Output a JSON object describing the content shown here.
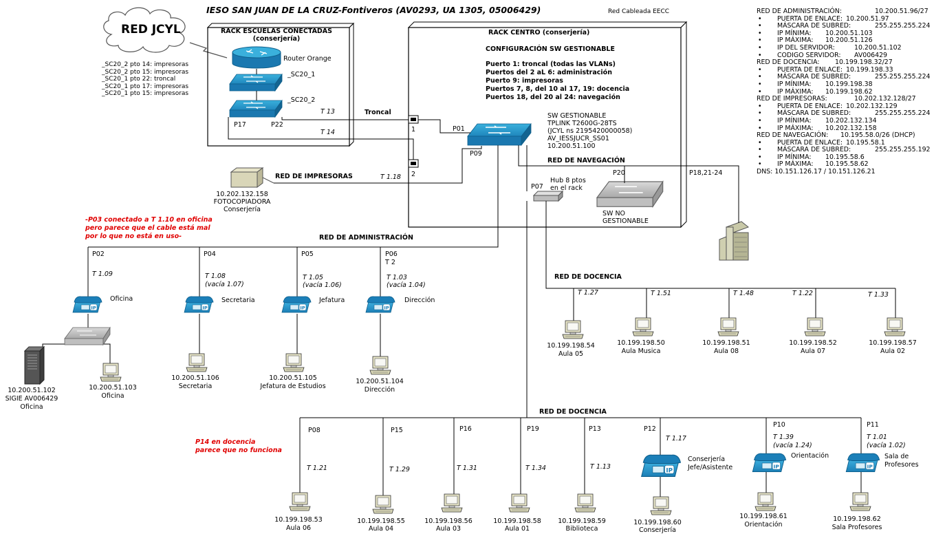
{
  "header": {
    "title": "IESO SAN JUAN DE LA CRUZ-Fontiveros (AV0293, UA 1305, 05006429)",
    "subtitle": "Red Cableada EECC"
  },
  "cloud": {
    "label": "RED JCYL"
  },
  "rack_escuelas": {
    "title_line1": "RACK ESCUELAS CONECTADAS",
    "title_line2": "(conserjería)",
    "router_label": "Router Orange",
    "sw1_label": "_SC20_1",
    "sw2_label": "_SC20_2",
    "p17": "P17",
    "p22": "P22",
    "t13": "T 13",
    "t14": "T 14"
  },
  "legend_ports": [
    "_SC20_2 pto 14: impresoras",
    "_SC20_2 pto 15: impresoras",
    "_SC20_1 pto 22: troncal",
    "_SC20_1 pto 17: impresoras",
    "_SC20_1 pto 15: impresoras"
  ],
  "troncal": {
    "label": "Troncal",
    "patch1": "1",
    "patch2": "2"
  },
  "rack_centro": {
    "title": "RACK CENTRO (conserjería)",
    "config_title": "CONFIGURACIÓN SW GESTIONABLE",
    "config_lines": [
      "Puerto 1: troncal (todas las VLANs)",
      "Puertos del 2 aL 6: administración",
      "Puerto 9: impresoras",
      "Puertos 7, 8, del 10 al 17, 19: docencia",
      "Puertos 18, del 20 al 24: navegación"
    ],
    "switch_info": [
      "SW GESTIONABLE",
      "TPLINK T2600G-28TS",
      "(JCYL ns 2195420000058)",
      "AV_IESSJUCR_SS01",
      "10.200.51.100"
    ],
    "p01": "P01",
    "p09": "P09",
    "p07": "P07",
    "p20": "P20",
    "hub_label_1": "Hub 8 ptos",
    "hub_label_2": "en el rack",
    "red_navegacion": "RED DE NAVEGACIÓN",
    "sw_no_gest_1": "SW NO",
    "sw_no_gest_2": "GESTIONABLE",
    "p18": "P18,21-24"
  },
  "impresoras": {
    "label": "RED DE IMPRESORAS",
    "tap": "T 1.18",
    "ip": "10.202.132.158",
    "name1": "FOTOCOPIADORA",
    "name2": "Conserjería"
  },
  "notes": {
    "p03_1": "-P03 conectado a T 1.10 en oficina",
    "p03_2": "pero parece que el cable está mal",
    "p03_3": "por lo que no está en uso-",
    "p14_1": "P14 en docencia",
    "p14_2": "parece que no funciona"
  },
  "admin": {
    "label": "RED DE ADMINISTRACIÓN",
    "ports": [
      {
        "port": "P02",
        "tap": "T 1.09",
        "tap2": "",
        "phone": "Oficina"
      },
      {
        "port": "P04",
        "tap": "T 1.08",
        "tap2": "(vacía 1.07)",
        "phone": "Secretaria"
      },
      {
        "port": "P05",
        "tap": "T 1.05",
        "tap2": "(vacía 1.06)",
        "phone": "Jefatura"
      },
      {
        "port": "P06",
        "port2": "T 2",
        "tap": "T 1.03",
        "tap2": "(vacía 1.04)",
        "phone": "Dirección"
      }
    ],
    "server": {
      "ip": "10.200.51.102",
      "name": "SIGIE AV006429",
      "loc": "Oficina"
    },
    "pcs": [
      {
        "ip": "10.200.51.103",
        "name": "Oficina"
      },
      {
        "ip": "10.200.51.106",
        "name": "Secretaria"
      },
      {
        "ip": "10.200.51.105",
        "name": "Jefatura de Estudios"
      },
      {
        "ip": "10.200.51.104",
        "name": "Dirección"
      }
    ]
  },
  "docencia_hub": {
    "label": "RED DE DOCENCIA",
    "pcs": [
      {
        "tap": "T 1.27",
        "ip": "10.199.198.54",
        "name": "Aula 05"
      },
      {
        "tap": "T 1.51",
        "ip": "10.199.198.50",
        "name": "Aula Musica"
      },
      {
        "tap": "T 1.48",
        "ip": "10.199.198.51",
        "name": "Aula 08"
      },
      {
        "tap": "T 1.22",
        "ip": "10.199.198.52",
        "name": "Aula 07"
      },
      {
        "tap": "T 1.33",
        "ip": "10.199.198.57",
        "name": "Aula 02"
      }
    ]
  },
  "docencia_main": {
    "label": "RED DE DOCENCIA",
    "pcs": [
      {
        "port": "P08",
        "tap": "T 1.21",
        "ip": "10.199.198.53",
        "name": "Aula 06"
      },
      {
        "port": "P15",
        "tap": "T 1.29",
        "ip": "10.199.198.55",
        "name": "Aula 04"
      },
      {
        "port": "P16",
        "tap": "T 1.31",
        "ip": "10.199.198.56",
        "name": "Aula 03"
      },
      {
        "port": "P19",
        "tap": "T 1.34",
        "ip": "10.199.198.58",
        "name": "Aula 01"
      },
      {
        "port": "P13",
        "tap": "T 1.13",
        "ip": "10.199.198.59",
        "name": "Biblioteca"
      }
    ],
    "phones": [
      {
        "port": "P12",
        "tap": "T 1.17",
        "tap2": "",
        "phone1": "Conserjería",
        "phone2": "Jefe/Asistente",
        "ip": "10.199.198.60",
        "name": "Conserjería"
      },
      {
        "port": "P10",
        "tap": "T 1.39",
        "tap2": "(vacía 1.24)",
        "phone1": "Orientación",
        "phone2": "",
        "ip": "10.199.198.61",
        "name": "Orientación"
      },
      {
        "port": "P11",
        "tap": "T 1.01",
        "tap2": "(vacía 1.02)",
        "phone1": "Sala de",
        "phone2": "Profesores",
        "ip": "10.199.198.62",
        "name": "Sala Profesores"
      }
    ]
  },
  "info": {
    "admin": {
      "title": "RED DE ADMINISTRACIÓN:",
      "net": "10.200.51.96/27",
      "items": [
        {
          "k": "PUERTA DE ENLACE:",
          "v": "10.200.51.97"
        },
        {
          "k": "MÁSCARA DE SUBRED:",
          "v": "255.255.255.224"
        },
        {
          "k": "IP MÍNIMA:",
          "v": "10.200.51.103"
        },
        {
          "k": "IP MÁXIMA:",
          "v": "10.200.51.126"
        },
        {
          "k": "IP DEL SERVIDOR:",
          "v": "10.200.51.102"
        },
        {
          "k": "CODIGO SERVIDOR:",
          "v": "AV006429"
        }
      ]
    },
    "docencia": {
      "title": "RED DE DOCENCIA:",
      "net": "10.199.198.32/27",
      "items": [
        {
          "k": "PUERTA DE ENLACE:",
          "v": "10.199.198.33"
        },
        {
          "k": "MÁSCARA DE SUBRED:",
          "v": "255.255.255.224"
        },
        {
          "k": "IP MÍNIMA:",
          "v": "10.199.198.38"
        },
        {
          "k": "IP MÁXIMA:",
          "v": "10.199.198.62"
        }
      ]
    },
    "impresoras": {
      "title": "RED DE IMPRESORAS:",
      "net": "10.202.132.128/27",
      "items": [
        {
          "k": "PUERTA DE ENLACE:",
          "v": "10.202.132.129"
        },
        {
          "k": "MÁSCARA DE SUBRED:",
          "v": "255.255.255.224"
        },
        {
          "k": "IP MÍNIMA:",
          "v": "10.202.132.134"
        },
        {
          "k": "IP MÁXIMA:",
          "v": "10.202.132.158"
        }
      ]
    },
    "navegacion": {
      "title": "RED DE NAVEGACIÓN:",
      "net": "10.195.58.0/26 (DHCP)",
      "items": [
        {
          "k": "PUERTA DE ENLACE:",
          "v": "10.195.58.1"
        },
        {
          "k": "MÁSCARA DE SUBRED:",
          "v": "255.255.255.192"
        },
        {
          "k": "IP MÍNIMA:",
          "v": "10.195.58.6"
        },
        {
          "k": "IP MÁXIMA:",
          "v": "10.195.58.62"
        }
      ]
    },
    "dns": "DNS: 10.151.126.17 / 10.151.126.21"
  }
}
